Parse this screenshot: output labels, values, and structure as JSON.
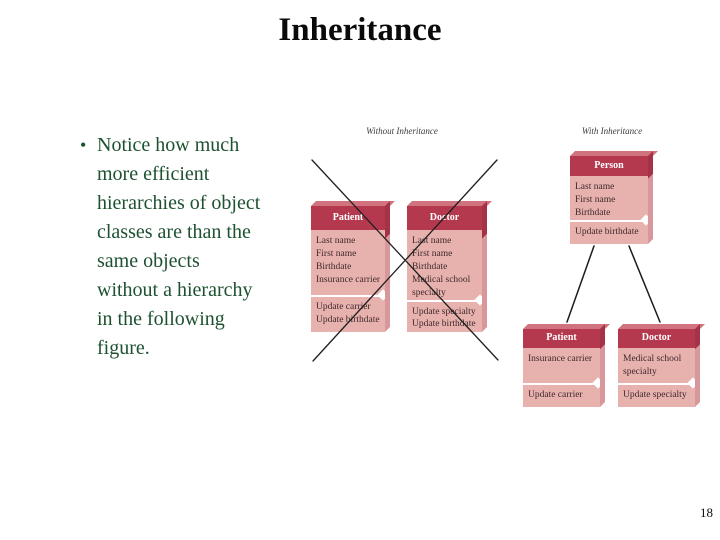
{
  "slide": {
    "title": "Inheritance",
    "bullet_marker": "•",
    "bullet_lines": [
      "Notice how much",
      "more efficient",
      "hierarchies of object",
      "classes are than the",
      "same objects",
      "without a hierarchy",
      "in the following",
      "figure."
    ],
    "page_number": "18"
  },
  "figure": {
    "without_inheritance": {
      "label": "Without Inheritance",
      "crossed_out": true,
      "classes": [
        {
          "name": "Patient",
          "attributes": [
            "Last name",
            "First name",
            "Birthdate",
            "Insurance carrier"
          ],
          "methods": [
            "Update carrier",
            "Update birthdate"
          ]
        },
        {
          "name": "Doctor",
          "attributes": [
            "Last name",
            "First name",
            "Birthdate",
            "Medical school specialty"
          ],
          "methods": [
            "Update specialty",
            "Update birthdate"
          ]
        }
      ]
    },
    "with_inheritance": {
      "label": "With Inheritance",
      "parent": {
        "name": "Person",
        "attributes": [
          "Last name",
          "First name",
          "Birthdate"
        ],
        "methods": [
          "Update birthdate"
        ]
      },
      "children": [
        {
          "name": "Patient",
          "attributes": [
            "Insurance carrier"
          ],
          "methods": [
            "Update carrier"
          ]
        },
        {
          "name": "Doctor",
          "attributes": [
            "Medical school specialty"
          ],
          "methods": [
            "Update specialty"
          ]
        }
      ]
    },
    "colors": {
      "class_header": "#b5394e",
      "class_body": "#e7b2ae",
      "top_bevel": "#d0737e",
      "side_shadow_dark": "#a63248",
      "side_shadow_light": "#d8979a",
      "bullet_text": "#1d5130"
    }
  }
}
